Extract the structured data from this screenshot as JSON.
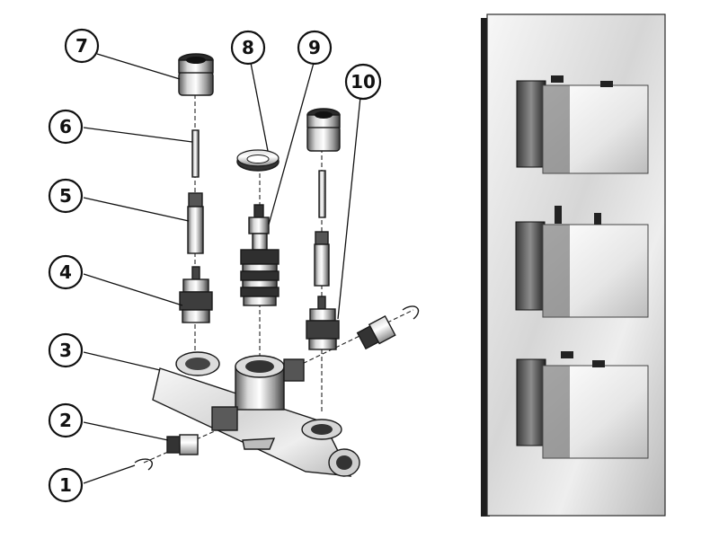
{
  "diagram": {
    "callouts": [
      {
        "id": "c1",
        "label": "1"
      },
      {
        "id": "c2",
        "label": "2"
      },
      {
        "id": "c3",
        "label": "3"
      },
      {
        "id": "c4",
        "label": "4"
      },
      {
        "id": "c5",
        "label": "5"
      },
      {
        "id": "c6",
        "label": "6"
      },
      {
        "id": "c7",
        "label": "7"
      },
      {
        "id": "c8",
        "label": "8"
      },
      {
        "id": "c9",
        "label": "9"
      },
      {
        "id": "c10",
        "label": "10"
      }
    ],
    "colors": {
      "chrome_light": "#f2f2f2",
      "chrome_mid": "#b8b8b8",
      "chrome_dark": "#4a4a4a",
      "line": "#111111"
    }
  }
}
